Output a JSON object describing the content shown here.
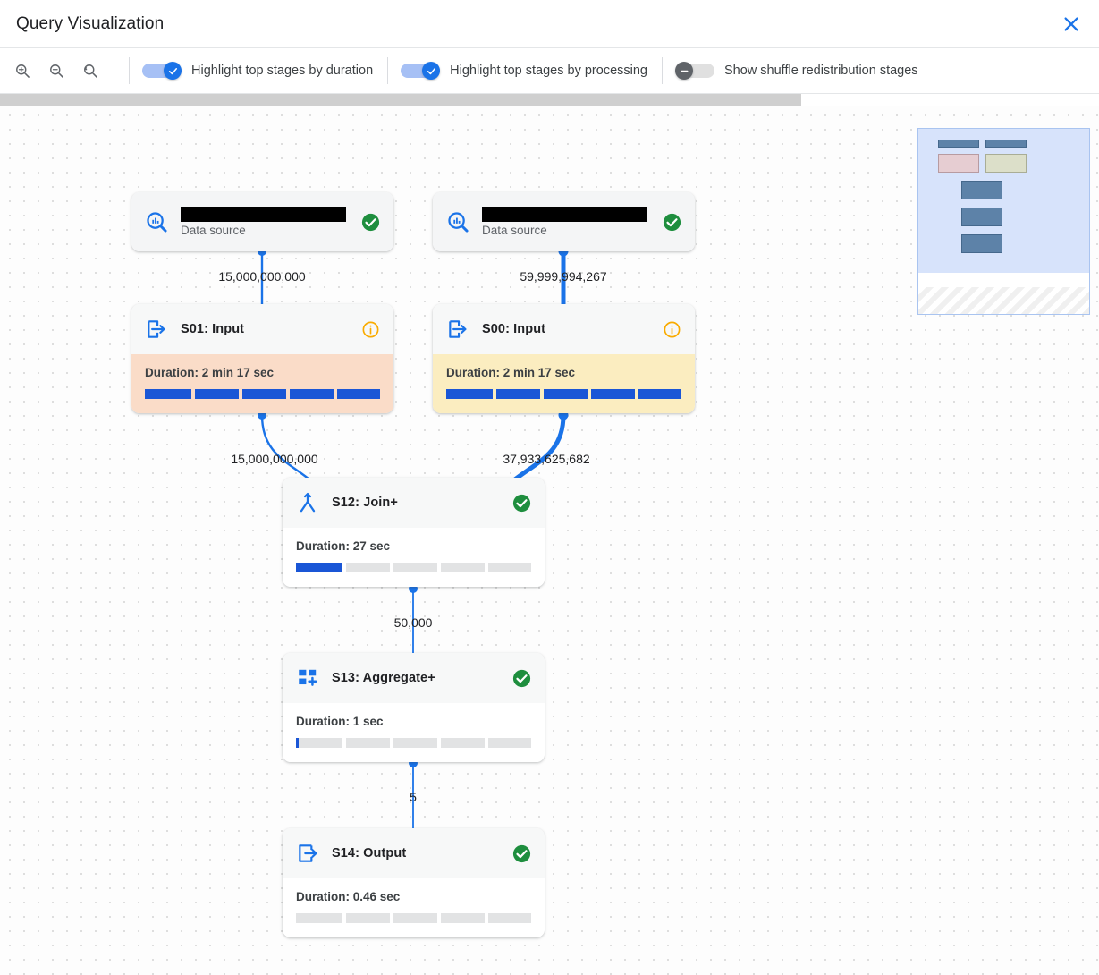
{
  "window": {
    "title": "Query Visualization",
    "close_icon": "close-icon"
  },
  "toolbar": {
    "zoom_buttons": [
      {
        "name": "zoom-in-icon",
        "label": "Zoom in"
      },
      {
        "name": "zoom-out-icon",
        "label": "Zoom out"
      },
      {
        "name": "zoom-reset-icon",
        "label": "Reset zoom"
      }
    ],
    "toggles": [
      {
        "label": "Highlight top stages by duration",
        "state": "on"
      },
      {
        "label": "Highlight top stages by processing",
        "state": "on"
      },
      {
        "label": "Show shuffle redistribution stages",
        "state": "off"
      }
    ]
  },
  "colors": {
    "accent": "#1a73e8",
    "track_on": "#a6c0f5",
    "track_off": "#e0e0e0",
    "thumb_off": "#5f6368",
    "success": "#1e8e3e",
    "warning": "#f9ab00",
    "highlight_duration": "#fadcc8",
    "highlight_processing": "#fbedc0",
    "bar_fill": "#1a56d6",
    "bar_track": "#e2e3e4",
    "edge": "#1a73e8"
  },
  "graph": {
    "nodes": [
      {
        "id": "ds-left",
        "type": "data-source",
        "icon": "bigquery-data-source-icon",
        "name_redacted": true,
        "subtitle": "Data source",
        "status": "success",
        "status_icon": "check-circle-icon"
      },
      {
        "id": "ds-right",
        "type": "data-source",
        "icon": "bigquery-data-source-icon",
        "name_redacted": true,
        "subtitle": "Data source",
        "status": "success",
        "status_icon": "check-circle-icon"
      },
      {
        "id": "s01",
        "type": "stage",
        "icon": "input-arrow-icon",
        "title": "S01: Input",
        "status": "info",
        "status_icon": "info-circle-icon",
        "duration": "Duration: 2 min 17 sec",
        "progress_pct": 100,
        "highlight": "duration"
      },
      {
        "id": "s00",
        "type": "stage",
        "icon": "input-arrow-icon",
        "title": "S00: Input",
        "status": "info",
        "status_icon": "info-circle-icon",
        "duration": "Duration: 2 min 17 sec",
        "progress_pct": 100,
        "highlight": "processing"
      },
      {
        "id": "s12",
        "type": "stage",
        "icon": "join-icon",
        "title": "S12: Join+",
        "status": "success",
        "status_icon": "check-circle-icon",
        "duration": "Duration: 27 sec",
        "progress_pct": 21,
        "highlight": "none"
      },
      {
        "id": "s13",
        "type": "stage",
        "icon": "aggregate-icon",
        "title": "S13: Aggregate+",
        "status": "success",
        "status_icon": "check-circle-icon",
        "duration": "Duration: 1 sec",
        "progress_pct": 1,
        "highlight": "none"
      },
      {
        "id": "s14",
        "type": "stage",
        "icon": "output-arrow-icon",
        "title": "S14: Output",
        "status": "success",
        "status_icon": "check-circle-icon",
        "duration": "Duration: 0.46 sec",
        "progress_pct": 0,
        "highlight": "none"
      }
    ],
    "edges": [
      {
        "from": "ds-left",
        "to": "s01",
        "label": "15,000,000,000",
        "weight": "thin"
      },
      {
        "from": "ds-right",
        "to": "s00",
        "label": "59,999,994,267",
        "weight": "thick"
      },
      {
        "from": "s01",
        "to": "s12",
        "label": "15,000,000,000",
        "weight": "thin"
      },
      {
        "from": "s00",
        "to": "s12",
        "label": "37,933,625,682",
        "weight": "thick"
      },
      {
        "from": "s12",
        "to": "s13",
        "label": "50,000",
        "weight": "thin"
      },
      {
        "from": "s13",
        "to": "s14",
        "label": "5",
        "weight": "thin"
      }
    ]
  },
  "minimap": {
    "name": "minimap-overview"
  }
}
